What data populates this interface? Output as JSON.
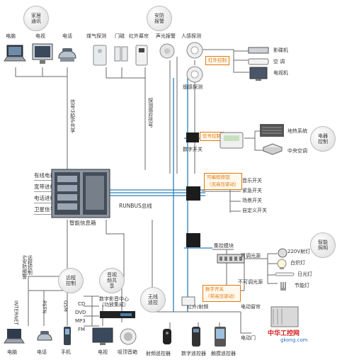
{
  "sections": {
    "home_comm": "家居通讯",
    "security": "安防报警",
    "infrared": "红外控制",
    "appliance": "电器控制",
    "lighting": "智能照明",
    "remote": "远程控制",
    "av_share": "音视频共享",
    "wireless": "无线遥控"
  },
  "comm_devices": [
    "电脑",
    "电视",
    "电话"
  ],
  "security_devices": [
    "煤气探测",
    "门磁",
    "红外幕帘",
    "声光报警",
    "人感探测"
  ],
  "smoke_detector": "烟感探测",
  "ir_devices": [
    "影碟机",
    "空 调",
    "电视机"
  ],
  "signal_share": "信号分配&共享",
  "detect_signal": "探测感应信号",
  "hub_inputs": [
    "有线电视",
    "宽带进线",
    "电话进线",
    "卫星信号"
  ],
  "hub_name": "智能信息箱",
  "runbus": "RUNBUS总线",
  "signal_control": "信号控制",
  "digital_switch": "数字开关",
  "appliance_items": [
    "地热系统",
    "中央空调"
  ],
  "programmable_switch": "可编程按钮\n（无高压驱动）",
  "switch_items": [
    "音乐开关",
    "紧急开关",
    "场景开关",
    "自定义开关"
  ],
  "dimming_switch": "数字开关\n（带高压驱动）",
  "centralized_module": "集控模块",
  "dimmable_source": "可调光源",
  "non_dimmable_source": "不可调光源",
  "lamps": [
    "220V射灯",
    "白炽灯",
    "日光灯",
    "节能灯"
  ],
  "remote_alarm": "远程控制\n&安防报警",
  "remote_links": [
    "INTERNET",
    "PSTN",
    "GSM"
  ],
  "remote_devices": [
    "电脑",
    "电话",
    "手机"
  ],
  "av_center": "数字影音中心\n（功放集成）",
  "av_inputs": [
    "CD",
    "DVD",
    "MP3",
    "FM"
  ],
  "av_devices": [
    "电视",
    "吸顶音箱"
  ],
  "ir_forward": "红外/射频",
  "remote_controllers": [
    "射频遥控器",
    "数字遥控器",
    "触摸遥控器"
  ],
  "curtain": "电动窗帘",
  "curtain2": "电动门",
  "watermark": "中华工控网",
  "watermark_url": "gkong.com",
  "colors": {
    "bus": "#2b7fb8",
    "accent": "#e07a10",
    "line": "#6a6a6a"
  }
}
